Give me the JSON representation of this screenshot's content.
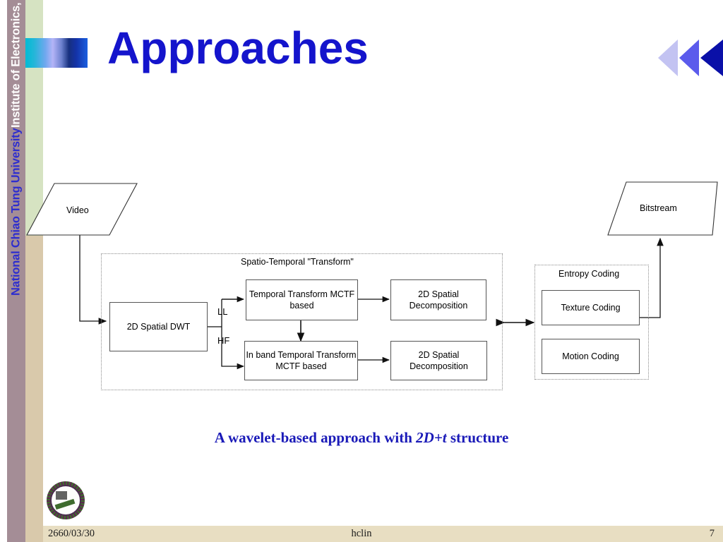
{
  "slide": {
    "title": "Approaches",
    "page_number": "7",
    "footer": {
      "date": "2660/03/30",
      "author": "hclin"
    },
    "sidebar": {
      "line1": "Institute of Electronics,",
      "line2": "National Chiao Tung University",
      "line1_color": "#ffffff",
      "line2_color": "#2d2dcf",
      "band_mauve_color": "#a48d96",
      "band_green_color": "#d6e3c2",
      "band_tan_color": "#d9c9ab"
    },
    "accent_colors": {
      "title_blue": "#1414cc",
      "caption_blue": "#1a1ab8",
      "triangle_light": "#c3c3f2",
      "triangle_mid": "#5b5bec",
      "triangle_dark": "#0a10a8",
      "footer_band": "#e8dec2"
    },
    "caption": {
      "prefix": "A wavelet-based approach with ",
      "emphasis": "2D+t",
      "suffix": " structure"
    }
  },
  "diagram": {
    "input": {
      "label": "Video"
    },
    "output": {
      "label": "Bitstream"
    },
    "spatio_temporal_group": {
      "label": "Spatio-Temporal \"Transform\"",
      "dwt": {
        "label": "2D Spatial DWT"
      },
      "branches": [
        {
          "label": "LL"
        },
        {
          "label": "HF"
        }
      ],
      "upper_path": [
        {
          "label": "Temporal Transform MCTF based"
        },
        {
          "label": "2D Spatial Decomposition"
        }
      ],
      "lower_path": [
        {
          "label": "In band Temporal Transform MCTF based"
        },
        {
          "label": "2D Spatial Decomposition"
        }
      ]
    },
    "entropy_group": {
      "label": "Entropy Coding",
      "items": [
        {
          "label": "Texture Coding"
        },
        {
          "label": "Motion Coding"
        }
      ]
    }
  }
}
